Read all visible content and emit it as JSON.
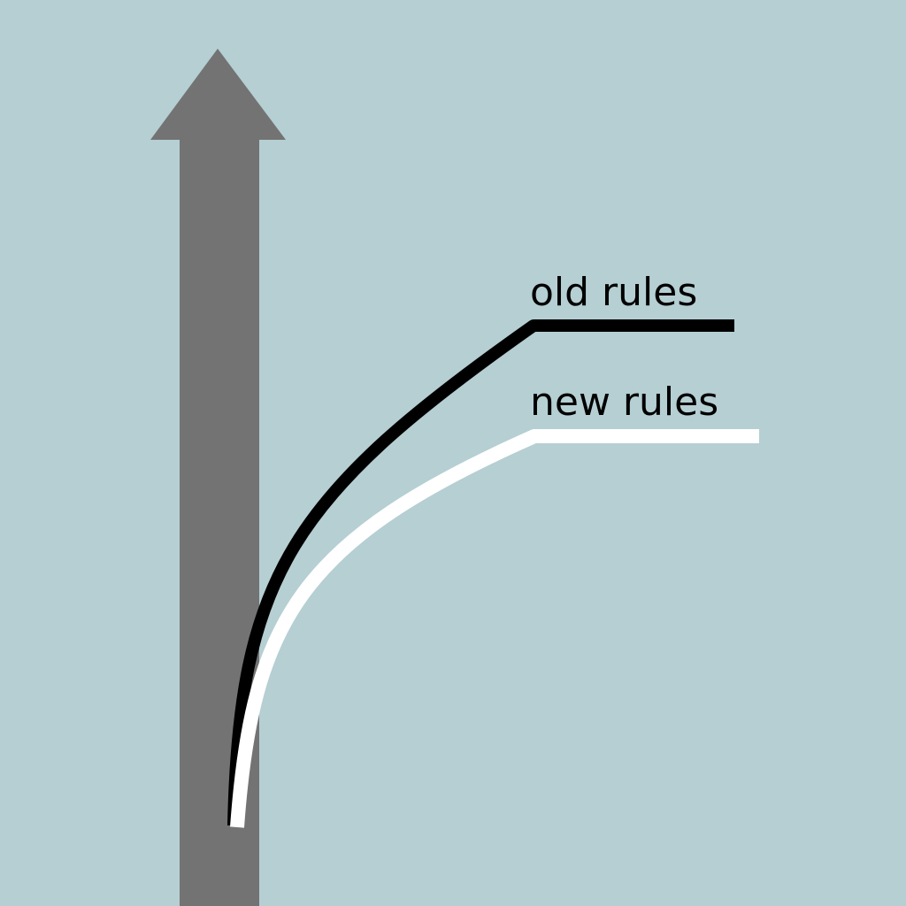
{
  "background_color": "#b5cfd3",
  "arrow": {
    "color": "#737373",
    "icon": "up-arrow-icon"
  },
  "paths": [
    {
      "id": "old",
      "label": "old rules",
      "color": "#000000"
    },
    {
      "id": "new",
      "label": "new rules",
      "color": "#ffffff"
    }
  ]
}
